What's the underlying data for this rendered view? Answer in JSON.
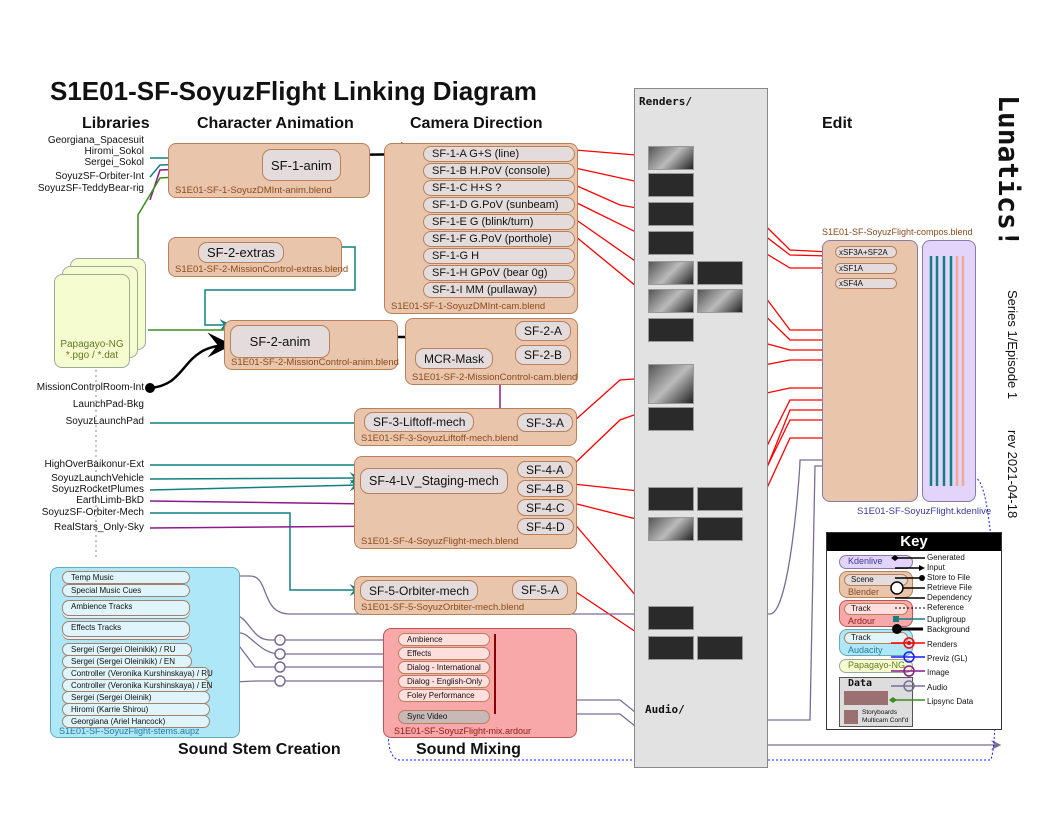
{
  "title": "S1E01-SF-SoyuzFlight Linking Diagram",
  "columns": {
    "libraries": "Libraries",
    "character_animation": "Character Animation",
    "camera_direction": "Camera Direction",
    "edit": "Edit",
    "sound_stem": "Sound Stem Creation",
    "sound_mixing": "Sound Mixing"
  },
  "brand": {
    "logo": "Lunatics!",
    "series": "Series 1/Episode 1",
    "rev": "rev  2021-04-18"
  },
  "libraries": [
    "Georgiana_Spacesuit",
    "Hiromi_Sokol",
    "Sergei_Sokol",
    "SoyuzSF-Orbiter-Int",
    "SoyuzSF-TeddyBear-rig",
    "MissionControlRoom-Int",
    "LaunchPad-Bkg",
    "SoyuzLaunchPad",
    "HighOverBaikonur-Ext",
    "SoyuzLaunchVehicle",
    "SoyuzRocketPlumes",
    "EarthLimb-BkD",
    "SoyuzSF-Orbiter-Mech",
    "RealStars_Only-Sky"
  ],
  "papagayo": {
    "name": "Papagayo-NG",
    "files": "*.pgo / *.dat"
  },
  "blocks": {
    "sf1anim": {
      "node": "SF-1-anim",
      "file": "S1E01-SF-1-SoyuzDMInt-anim.blend"
    },
    "sf2extras": {
      "node": "SF-2-extras",
      "file": "S1E01-SF-2-MissionControl-extras.blend"
    },
    "sf2anim": {
      "node": "SF-2-anim",
      "file": "S1E01-SF-2-MissionControl-anim.blend"
    },
    "sf1cam": {
      "file": "S1E01-SF-1-SoyuzDMInt-cam.blend",
      "shots": [
        "SF-1-A G+S (line)",
        "SF-1-B H.PoV (console)",
        "SF-1-C H+S ?",
        "SF-1-D G.PoV (sunbeam)",
        "SF-1-E G (blink/turn)",
        "SF-1-F G.PoV (porthole)",
        "SF-1-G H",
        "SF-1-H GPoV (bear 0g)",
        "SF-1-I MM (pullaway)"
      ]
    },
    "sf2cam": {
      "file": "S1E01-SF-2-MissionControl-cam.blend",
      "shots": [
        "SF-2-A",
        "SF-2-B"
      ],
      "mask": "MCR-Mask"
    },
    "sf3": {
      "node": "SF-3-Liftoff-mech",
      "shot": "SF-3-A",
      "file": "S1E01-SF-3-SoyuzLiftoff-mech.blend"
    },
    "sf4": {
      "node": "SF-4-LV_Staging-mech",
      "shots": [
        "SF-4-A",
        "SF-4-B",
        "SF-4-C",
        "SF-4-D"
      ],
      "file": "S1E01-SF-4-SoyuzFlight-mech.blend"
    },
    "sf5": {
      "node": "SF-5-Orbiter-mech",
      "shot": "SF-5-A",
      "file": "S1E01-SF-5-SoyuzOrbiter-mech.blend"
    }
  },
  "renders": {
    "label": "Renders/",
    "audio_label": "Audio/"
  },
  "compos": {
    "file": "S1E01-SF-SoyuzFlight-compos.blend",
    "items": [
      "xSF3A+SF2A",
      "xSF1A",
      "xSF4A"
    ]
  },
  "kdenlive": {
    "file": "S1E01-SF-SoyuzFlight.kdenlive"
  },
  "stems": {
    "file": "S1E01-SF-SoyuzFlight-stems.aupz",
    "items": [
      "Temp Music",
      "Special Music Cues",
      "Ambience Tracks",
      "Effects Tracks",
      "Sergei (Sergei Oleinikik) / RU",
      "Sergei (Sergei Oleinikik) / EN",
      "Controller (Veronika Kurshinskaya) / RU",
      "Controller (Veronika Kurshinskaya) / EN",
      "Sergei (Sergei Oleinik)",
      "Hiromi (Karrie Shirou)",
      "Georgiana (Ariel Hancock)"
    ]
  },
  "mix": {
    "file": "S1E01-SF-SoyuzFlight-mix.ardour",
    "tracks": [
      "Ambience",
      "Effects",
      "Dialog - International",
      "Dialog - English-Only",
      "Foley Performance",
      "Sync Video"
    ]
  },
  "key": {
    "title": "Key",
    "boxes": {
      "kdenlive": "Kdenlive",
      "scene": "Scene",
      "blender": "Blender",
      "track1": "Track",
      "ardour": "Ardour",
      "track2": "Track",
      "audacity": "Audacity",
      "papagayo": "Papagayo-NG",
      "data": "Data",
      "storyboards": "Storyboards",
      "multicam": "Multicam Conf'd"
    },
    "legend": [
      "Generated",
      "Input",
      "Store to File",
      "Retrieve File",
      "Dependency",
      "Reference",
      "Dupligroup",
      "Background",
      "Renders",
      "Previz (GL)",
      "Image",
      "Audio",
      "Lipsync Data"
    ]
  },
  "colors": {
    "render": "#ff0000",
    "dupligroup": "#118080",
    "image": "#8b1a8b",
    "audio": "#7a6d95",
    "lipsync": "#3a8f1a",
    "previz": "#1a1aff",
    "blender": "#e9c5ab",
    "ardour": "#f8a8a8",
    "audacity": "#aee8f8",
    "kdenlive": "#e2d4fa",
    "papagayo": "#f4fcd0"
  }
}
